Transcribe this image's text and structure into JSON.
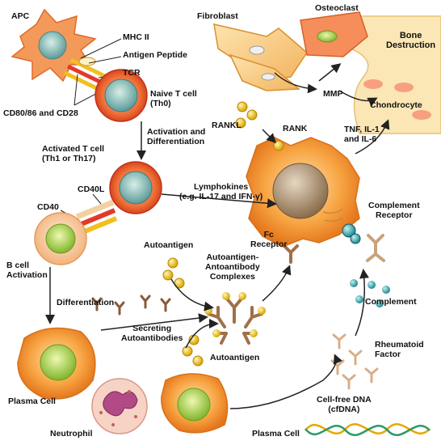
{
  "labels": {
    "apc": "APC",
    "mhc2": "MHC II",
    "antigen_peptide": "Antigen Peptide",
    "tcr": "TCR",
    "cd80": "CD80/86 and CD28",
    "naive_t": "Naive T cell\n(Th0)",
    "activation": "Activation and\nDifferentiation",
    "activated_t": "Activated T cell\n(Th1 or Th17)",
    "cd40l": "CD40L",
    "cd40": "CD40",
    "bcell_activation": "B cell\nActivation",
    "differentiation": "Differentiation",
    "plasma_cell_left": "Plasma Cell",
    "neutrophil": "Neutrophil",
    "plasma_cell_bottom": "Plasma Cell",
    "fibroblast": "Fibroblast",
    "osteoclast": "Osteoclast",
    "bone_destruction": "Bone\nDestruction",
    "mmp": "MMP",
    "chondrocyte": "Chondrocyte",
    "rankl": "RANKL",
    "rank": "RANK",
    "tnf": "TNF, IL-1\nand IL-6",
    "lymphokines": "Lymphokines\n(e.g. IL-17 and IFN-γ)",
    "fc_receptor": "Fc\nReceptor",
    "complement_receptor": "Complement\nReceptor",
    "autoantigen_top": "Autoantigen",
    "complexes": "Autoantigen-\nAntoantibody\nComplexes",
    "secreting": "Secreting\nAutoantibodies",
    "autoantigen_bottom": "Autoantigen",
    "complement": "Complement",
    "rheumatoid": "Rheumatoid\nFactor",
    "cfdna": "Cell-free DNA\n(cfDNA)"
  }
}
